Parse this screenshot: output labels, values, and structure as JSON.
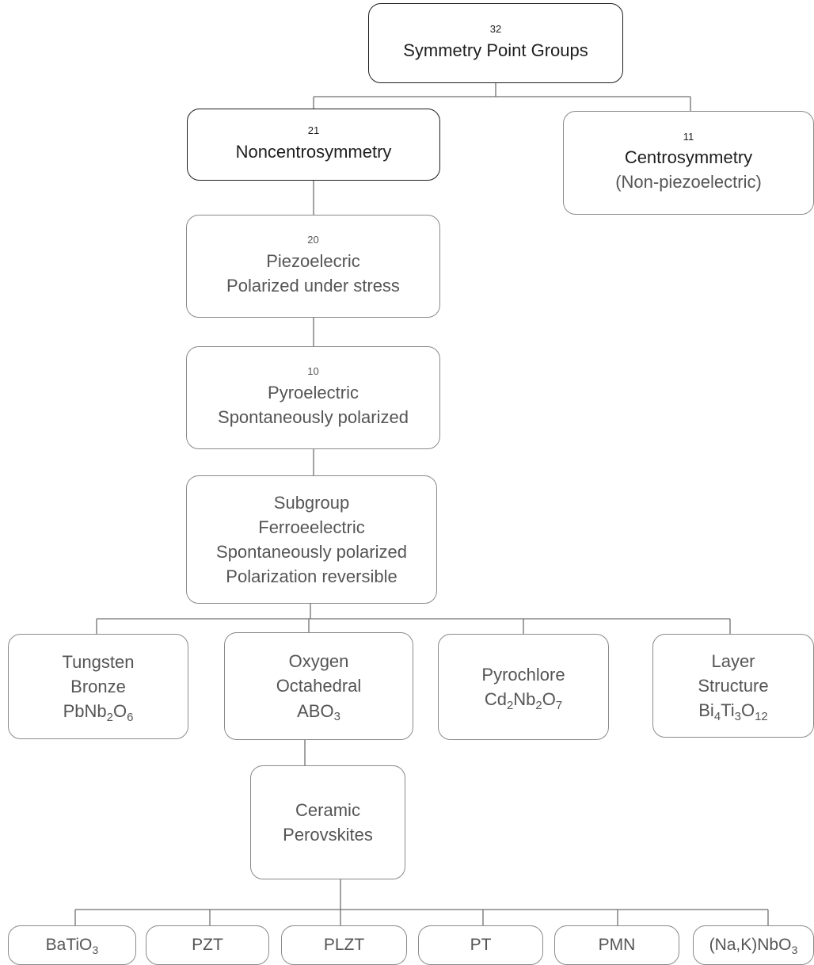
{
  "root": {
    "number": "32",
    "label": "Symmetry Point Groups"
  },
  "noncentro": {
    "number": "21",
    "label": "Noncentrosymmetry"
  },
  "centro": {
    "number": "11",
    "label": "Centrosymmetry",
    "note": "(Non-piezoelectric)"
  },
  "piezo": {
    "number": "20",
    "label": "Piezoelecric",
    "note": "Polarized under stress"
  },
  "pyro": {
    "number": "10",
    "label": "Pyroelectric",
    "note": "Spontaneously polarized"
  },
  "ferro": {
    "lines": [
      "Subgroup",
      "Ferroeelectric",
      "Spontaneously polarized",
      "Polarization reversible"
    ]
  },
  "structures": {
    "tungsten": {
      "lines": [
        "Tungsten",
        "Bronze"
      ],
      "formula": [
        [
          "PbNb",
          ""
        ],
        [
          "2",
          "sub"
        ],
        [
          "O",
          ""
        ],
        [
          "6",
          "sub"
        ]
      ]
    },
    "oxygen": {
      "lines": [
        "Oxygen",
        "Octahedral"
      ],
      "formula": [
        [
          "ABO",
          ""
        ],
        [
          "3",
          "sub"
        ]
      ]
    },
    "pyrochlore": {
      "lines": [
        "Pyrochlore"
      ],
      "formula": [
        [
          "Cd",
          ""
        ],
        [
          "2",
          "sub"
        ],
        [
          "Nb",
          ""
        ],
        [
          "2",
          "sub"
        ],
        [
          "O",
          ""
        ],
        [
          "7",
          "sub"
        ]
      ]
    },
    "layer": {
      "lines": [
        "Layer",
        "Structure"
      ],
      "formula": [
        [
          "Bi",
          ""
        ],
        [
          "4",
          "sub"
        ],
        [
          "Ti",
          ""
        ],
        [
          "3",
          "sub"
        ],
        [
          "O",
          ""
        ],
        [
          "12",
          "sub"
        ]
      ]
    }
  },
  "ceramic": {
    "lines": [
      "Ceramic",
      "Perovskites"
    ]
  },
  "materials": {
    "batio3": [
      [
        "BaTiO",
        ""
      ],
      [
        "3",
        "sub"
      ]
    ],
    "pzt": [
      [
        "PZT",
        ""
      ]
    ],
    "plzt": [
      [
        "PLZT",
        ""
      ]
    ],
    "pt": [
      [
        "PT",
        ""
      ]
    ],
    "pmn": [
      [
        "PMN",
        ""
      ]
    ],
    "nakno3": [
      [
        "(Na,K)NbO",
        ""
      ],
      [
        "3",
        "sub"
      ]
    ]
  }
}
